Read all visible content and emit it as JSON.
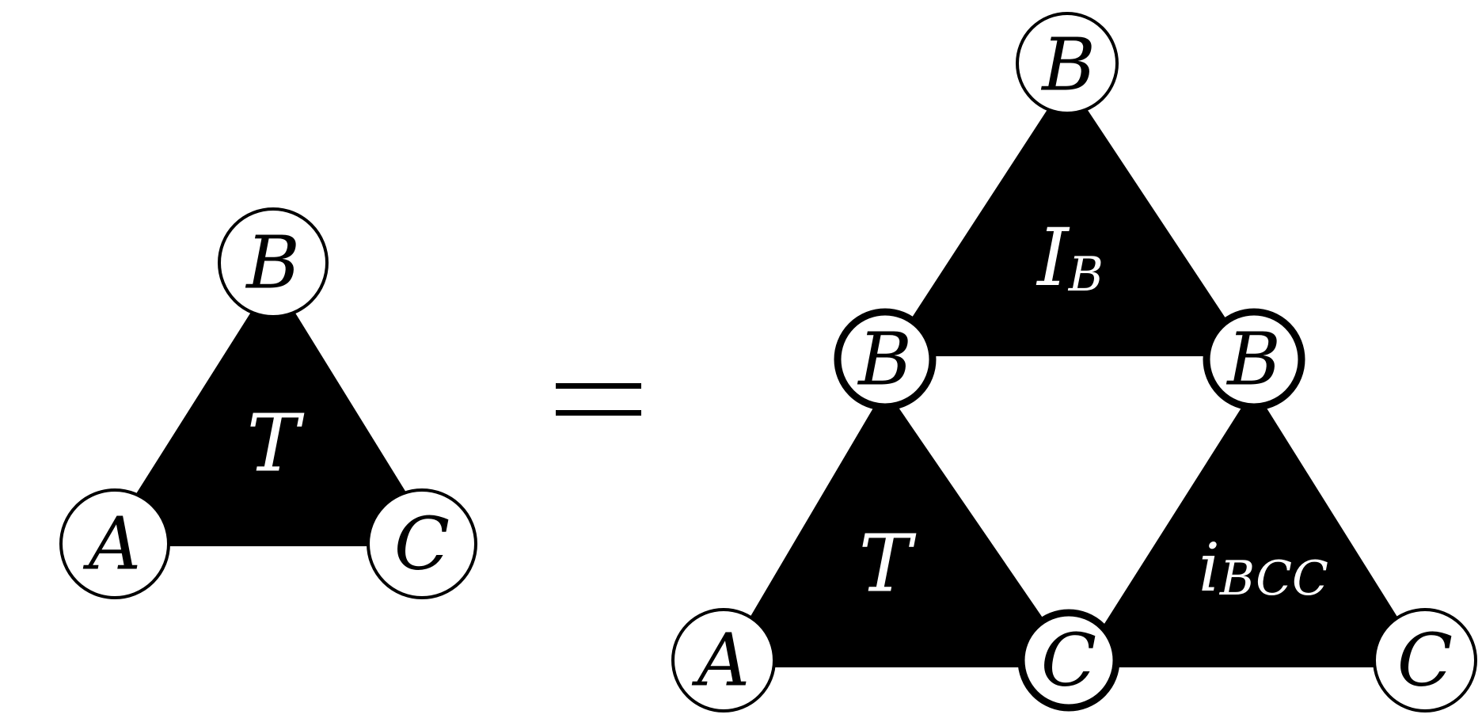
{
  "diagram": {
    "left_side": {
      "tensor_label": "T",
      "nodes": {
        "top": "B",
        "left": "A",
        "right": "C"
      }
    },
    "equals_sign": "=",
    "right_side": {
      "top_tensor": {
        "label": "I",
        "subscript": "B",
        "nodes": {
          "top": "B",
          "left": "B",
          "right": "B"
        }
      },
      "bottom_left_tensor": {
        "label": "T",
        "nodes": {
          "left": "A",
          "right": "C"
        }
      },
      "bottom_right_tensor": {
        "label": "i",
        "subscript": "BCC",
        "nodes": {
          "left": "C",
          "right": "C"
        }
      }
    },
    "colors": {
      "tensor_fill": "#000000",
      "node_fill": "#ffffff",
      "node_stroke": "#000000",
      "label_color": "#ffffff"
    }
  }
}
